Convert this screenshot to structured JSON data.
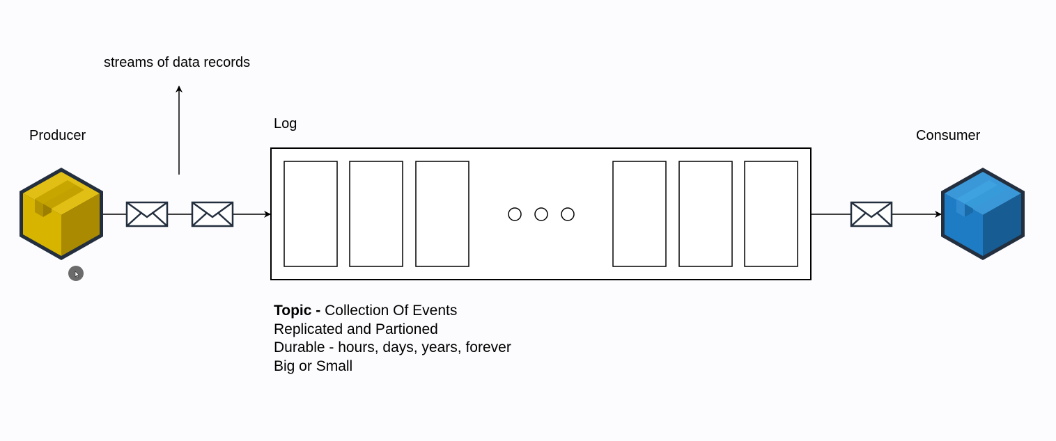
{
  "labels": {
    "producer": "Producer",
    "consumer": "Consumer",
    "log": "Log",
    "streams": "streams of data records"
  },
  "topic_notes": {
    "line1_bold": "Topic -",
    "line1_rest": " Collection Of Events",
    "line2": "Replicated and Partioned",
    "line3": "Durable - hours, days, years, forever",
    "line4": "Big or Small"
  },
  "colors": {
    "producer_box": "#d7b400",
    "consumer_box": "#1e7cc4",
    "stroke": "#000000",
    "icon_outline": "#232f3e",
    "background": "#fcfbfd"
  },
  "icons": {
    "producer": "package-box-icon",
    "consumer": "package-box-icon",
    "message": "envelope-icon",
    "ellipsis": "ellipsis-circles-icon",
    "cursor": "mouse-cursor-icon"
  },
  "log": {
    "visible_segments": 6,
    "left_segments": 3,
    "right_segments": 3
  }
}
